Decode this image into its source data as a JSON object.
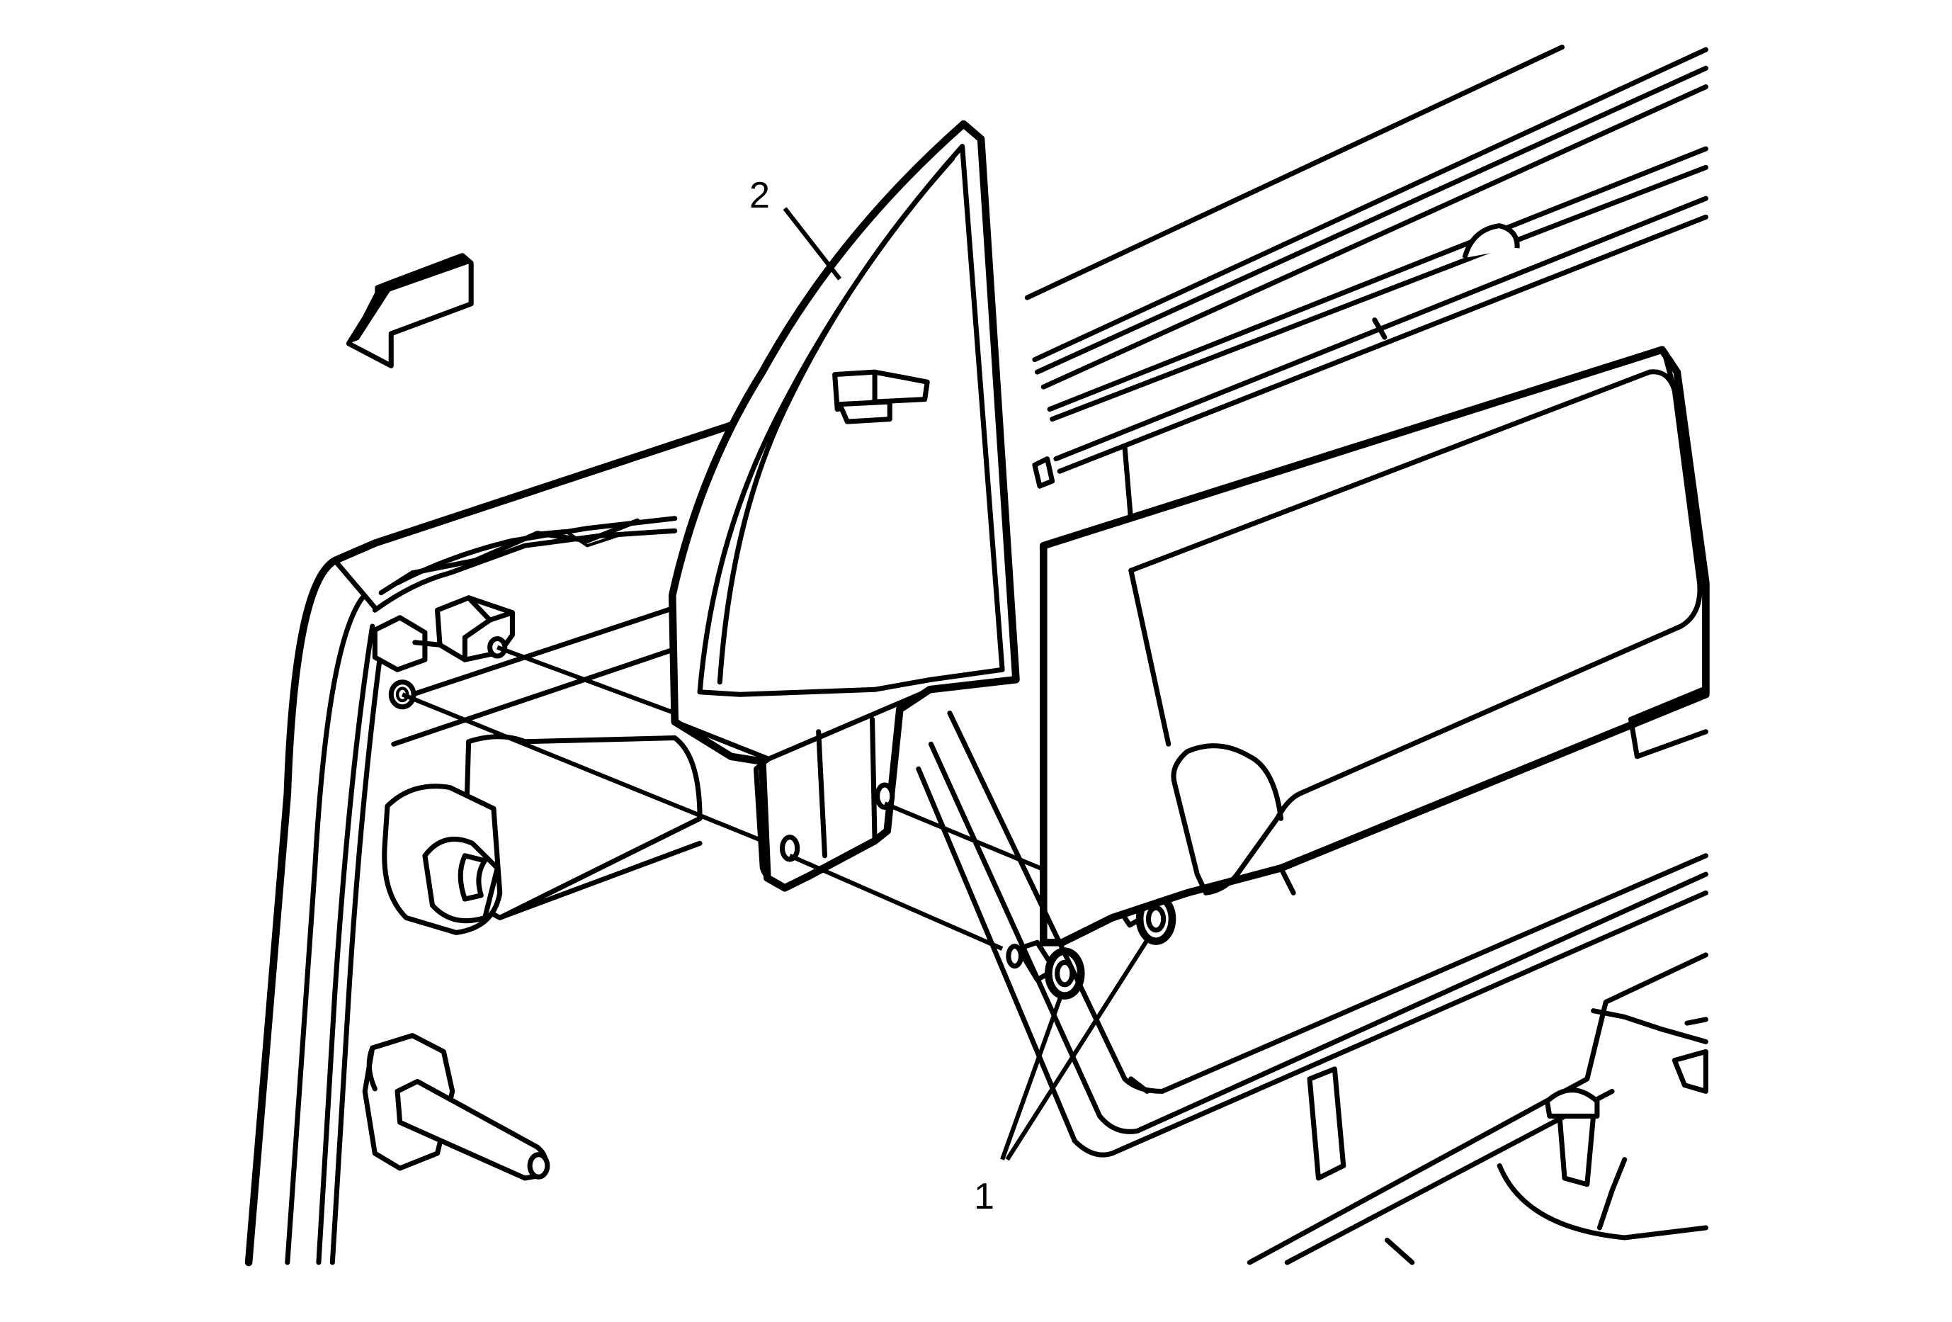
{
  "callouts": [
    {
      "id": "1",
      "label": "1"
    },
    {
      "id": "2",
      "label": "2"
    }
  ],
  "colors": {
    "line": "#000000",
    "background": "#ffffff",
    "arrow_shade": "#000000"
  },
  "icons": [
    "direction-arrow-icon"
  ]
}
